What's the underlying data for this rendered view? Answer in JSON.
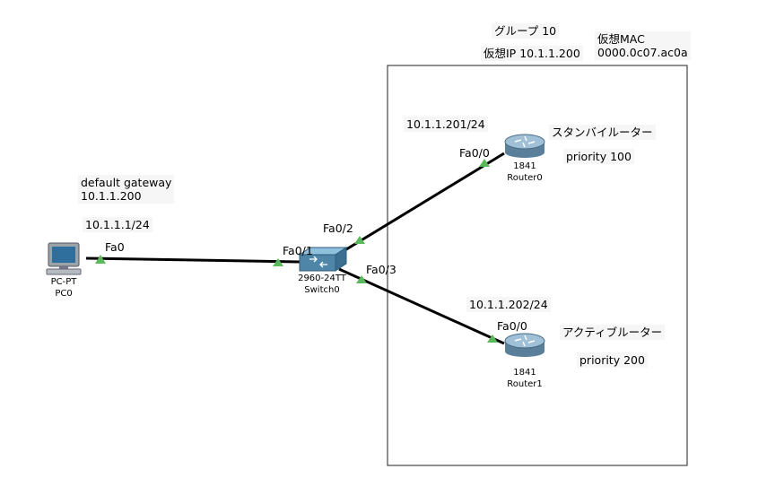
{
  "group": {
    "title": "グループ 10",
    "virtual_ip": "仮想IP 10.1.1.200",
    "virtual_mac_label": "仮想MAC",
    "virtual_mac_value": "0000.0c07.ac0a"
  },
  "pc": {
    "default_gateway_label": "default gateway",
    "default_gateway_value": "10.1.1.200",
    "ip": "10.1.1.1/24",
    "port": "Fa0",
    "model": "PC-PT",
    "name": "PC0"
  },
  "switch": {
    "model": "2960-24TT",
    "name": "Switch0",
    "port_pc": "Fa0/1",
    "port_r0": "Fa0/2",
    "port_r1": "Fa0/3"
  },
  "router0": {
    "ip": "10.1.1.201/24",
    "port": "Fa0/0",
    "model": "1841",
    "name": "Router0",
    "role": "スタンバイルーター",
    "priority": "priority 100"
  },
  "router1": {
    "ip": "10.1.1.202/24",
    "port": "Fa0/0",
    "model": "1841",
    "name": "Router1",
    "role": "アクティブルーター",
    "priority": "priority 200"
  },
  "colors": {
    "link": "#000000",
    "link_up": "#5cb85c",
    "router_body": "#5a7f9a",
    "switch_body": "#4f86a8"
  }
}
